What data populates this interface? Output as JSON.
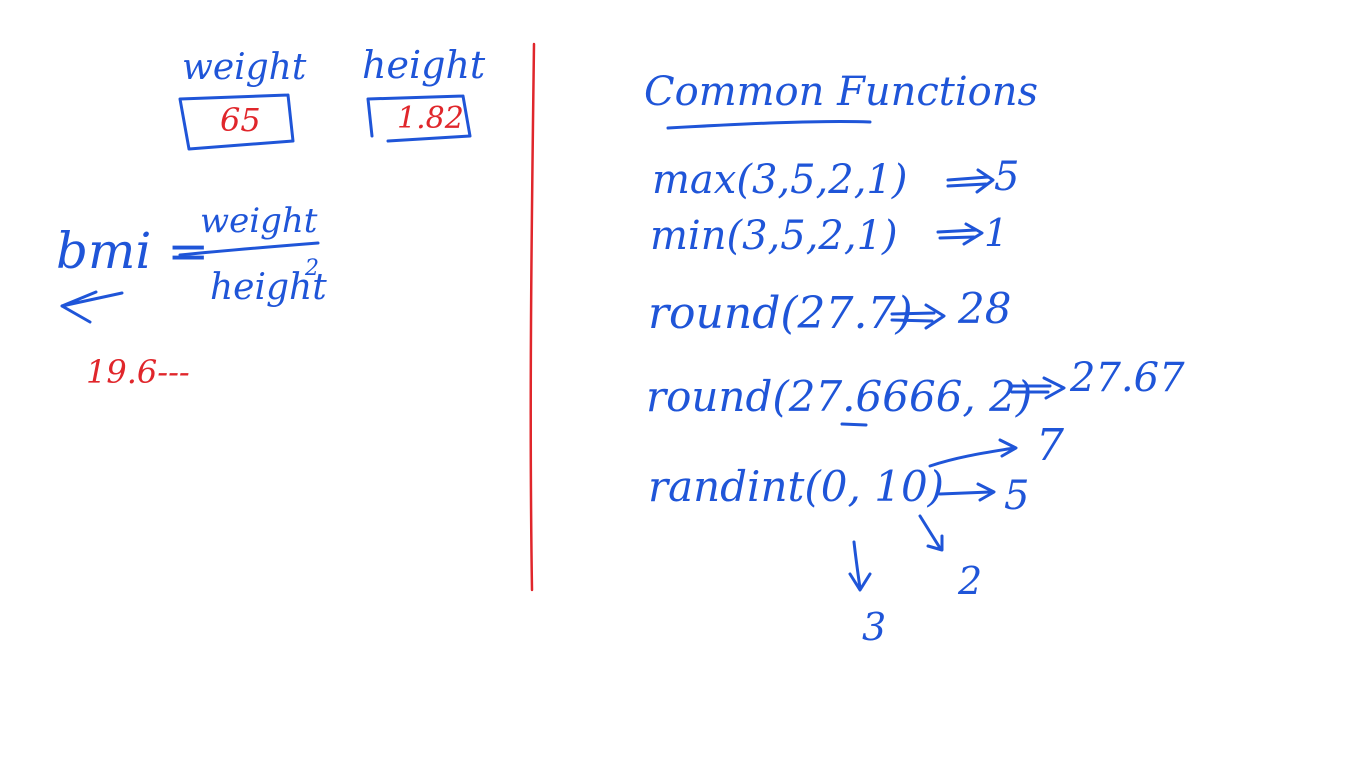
{
  "variables": {
    "weight_label": "weight",
    "weight_value": "65",
    "height_label": "height",
    "height_value": "1.82"
  },
  "formula": {
    "lhs": "bmi =",
    "numerator": "weight",
    "denominator": "height",
    "exponent": "2",
    "result": "19.6---"
  },
  "functions": {
    "heading": "Common Functions",
    "lines": [
      {
        "call": "max(3,5,2,1)",
        "result": "5"
      },
      {
        "call": "min(3,5,2,1)",
        "result": "1"
      },
      {
        "call": "round(27.7)",
        "result": "28"
      },
      {
        "call": "round(27.6666, 2)",
        "result": "27.67"
      }
    ],
    "randint": {
      "call": "randint(0, 10)",
      "outcomes": [
        "7",
        "5",
        "2",
        "3"
      ]
    }
  },
  "colors": {
    "ink_blue": "#1f55d8",
    "ink_red": "#e0262b",
    "background": "#ffffff"
  }
}
